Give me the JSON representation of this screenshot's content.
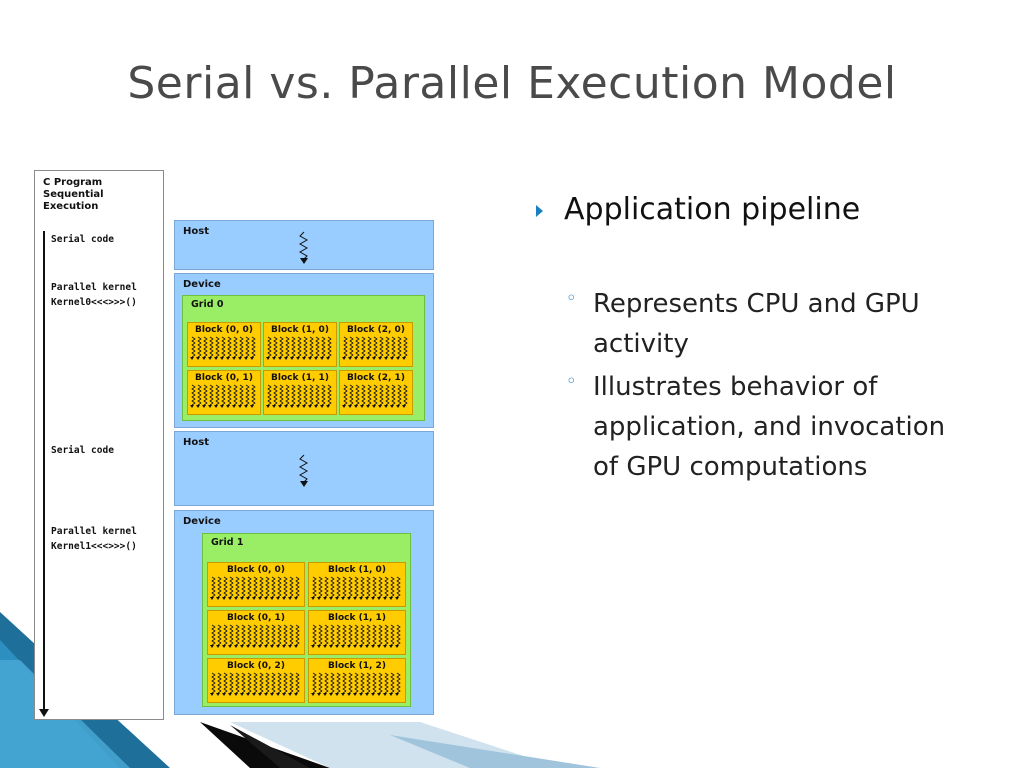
{
  "slide": {
    "title": "Serial vs. Parallel Execution Model"
  },
  "diagram": {
    "sequential": {
      "title_line1": "C Program",
      "title_line2": "Sequential",
      "title_line3": "Execution",
      "serial_code_1": "Serial code",
      "parallel_kernel_1": "Parallel kernel",
      "kernel_call_1": "Kernel0<<<>>>()",
      "serial_code_2": "Serial code",
      "parallel_kernel_2": "Parallel kernel",
      "kernel_call_2": "Kernel1<<<>>>()"
    },
    "host_label_1": "Host",
    "device_label_1": "Device",
    "grid0": {
      "label": "Grid 0",
      "blocks": [
        "Block (0, 0)",
        "Block (1, 0)",
        "Block (2, 0)",
        "Block (0, 1)",
        "Block (1, 1)",
        "Block (2, 1)"
      ]
    },
    "host_label_2": "Host",
    "device_label_2": "Device",
    "grid1": {
      "label": "Grid 1",
      "blocks": [
        "Block (0, 0)",
        "Block (1, 0)",
        "Block (0, 1)",
        "Block (1, 1)",
        "Block (0, 2)",
        "Block (1, 2)"
      ]
    },
    "colors": {
      "host_device": "#99ccff",
      "grid": "#99ee66",
      "block": "#ffcc00"
    }
  },
  "bullets": {
    "main": "Application pipeline",
    "sub1": "Represents CPU and GPU activity",
    "sub2": "Illustrates behavior of application, and invocation of GPU computations",
    "bullet_color": "#1b7fc4"
  }
}
